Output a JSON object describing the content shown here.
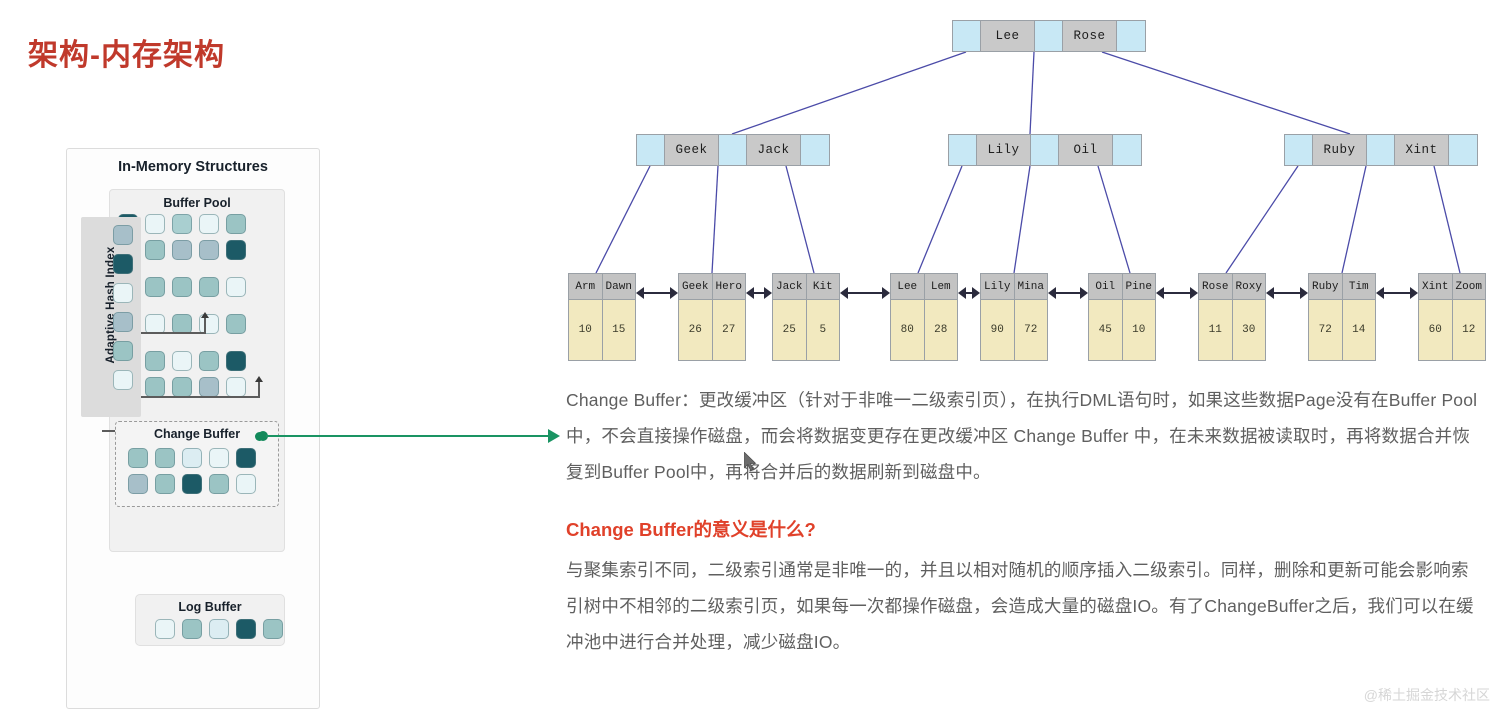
{
  "page": {
    "title": "架构-内存架构",
    "title_color": "#c0392b",
    "watermark": "@稀土掘金技术社区"
  },
  "memory_diagram": {
    "heading": "In-Memory Structures",
    "buffer_pool": {
      "heading": "Buffer Pool"
    },
    "adaptive_hash_index": {
      "label": "Adaptive Hash Index"
    },
    "change_buffer": {
      "heading": "Change Buffer"
    },
    "log_buffer": {
      "heading": "Log Buffer"
    },
    "palette": {
      "dark": "#1c5a66",
      "mid": "#9bc4c4",
      "light": "#dcedf2",
      "pale": "#eaf5f7",
      "teal": "#a9cfd0",
      "steel": "#a7bfc9"
    }
  },
  "connector": {
    "color": "#1a9463",
    "label": "change-buffer-callout"
  },
  "btree": {
    "root": {
      "keys": [
        "Lee",
        "Rose"
      ]
    },
    "internal": [
      {
        "keys": [
          "Geek",
          "Jack"
        ]
      },
      {
        "keys": [
          "Lily",
          "Oil"
        ]
      },
      {
        "keys": [
          "Ruby",
          "Xint"
        ]
      }
    ],
    "leaves": [
      {
        "keys": [
          "Arm",
          "Dawn"
        ],
        "values": [
          "10",
          "15"
        ]
      },
      {
        "keys": [
          "Geek",
          "Hero"
        ],
        "values": [
          "26",
          "27"
        ]
      },
      {
        "keys": [
          "Jack",
          "Kit"
        ],
        "values": [
          "25",
          "5"
        ]
      },
      {
        "keys": [
          "Lee",
          "Lem"
        ],
        "values": [
          "80",
          "28"
        ]
      },
      {
        "keys": [
          "Lily",
          "Mina"
        ],
        "values": [
          "90",
          "72"
        ]
      },
      {
        "keys": [
          "Oil",
          "Pine"
        ],
        "values": [
          "45",
          "10"
        ]
      },
      {
        "keys": [
          "Rose",
          "Roxy"
        ],
        "values": [
          "11",
          "30"
        ]
      },
      {
        "keys": [
          "Ruby",
          "Tim"
        ],
        "values": [
          "72",
          "14"
        ]
      },
      {
        "keys": [
          "Xint",
          "Zoom"
        ],
        "values": [
          "60",
          "12"
        ]
      }
    ]
  },
  "content": {
    "paragraph_1": "Change Buffer：更改缓冲区（针对于非唯一二级索引页），在执行DML语句时，如果这些数据Page没有在Buffer Pool中，不会直接操作磁盘，而会将数据变更存在更改缓冲区 Change Buffer 中，在未来数据被读取时，再将数据合并恢复到Buffer Pool中，再将合并后的数据刷新到磁盘中。",
    "sub_heading": "Change Buffer的意义是什么?",
    "paragraph_2": "与聚集索引不同，二级索引通常是非唯一的，并且以相对随机的顺序插入二级索引。同样，删除和更新可能会影响索引树中不相邻的二级索引页，如果每一次都操作磁盘，会造成大量的磁盘IO。有了ChangeBuffer之后，我们可以在缓冲池中进行合并处理，减少磁盘IO。"
  }
}
